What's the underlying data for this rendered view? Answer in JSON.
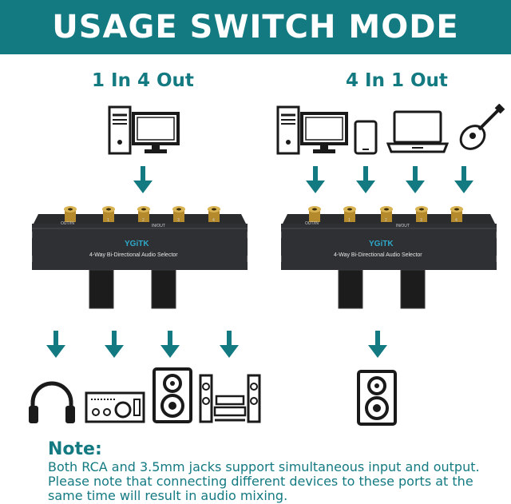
{
  "banner": {
    "title": "USAGE SWITCH MODE"
  },
  "modes": [
    {
      "title": "1 In 4 Out"
    },
    {
      "title": "4 In 1 Out"
    }
  ],
  "device": {
    "brand": "YGiTK",
    "model": "4-Way Bi-Directional Audio Selector",
    "port_labels": [
      "OUT/IN",
      "1",
      "2",
      "3",
      "4"
    ],
    "group_label": "IN/OUT"
  },
  "note": {
    "heading": "Note:",
    "body": "Both RCA and 3.5mm jacks support simultaneous input and output. Please note that connecting different devices to these ports at the same time will result in audio mixing."
  },
  "colors": {
    "accent": "#147a82",
    "icon": "#1a1a1a"
  },
  "icons": [
    "desktop-computer-icon",
    "tablet-icon",
    "laptop-icon",
    "guitar-icon",
    "headphones-icon",
    "amplifier-icon",
    "speaker-icon",
    "home-theater-icon",
    "arrow-down-icon"
  ]
}
